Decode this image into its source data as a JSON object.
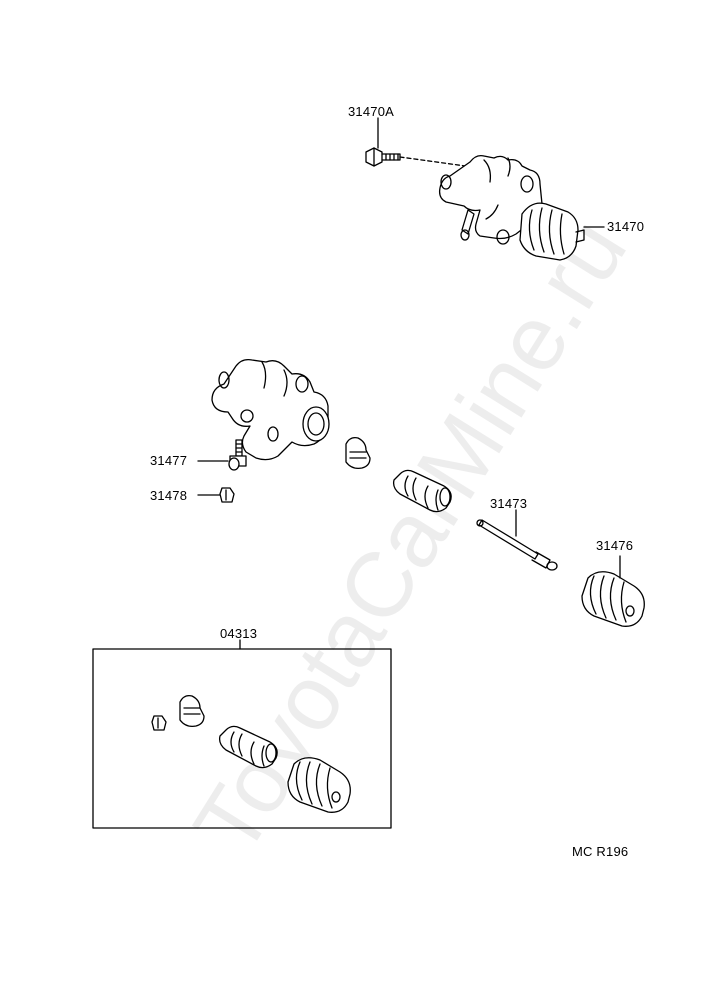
{
  "watermark": "ToyotaCarMine.ru",
  "parts": {
    "p31470A": "31470A",
    "p31470": "31470",
    "p31477": "31477",
    "p31478": "31478",
    "p31473": "31473",
    "p31476": "31476",
    "p04313": "04313"
  },
  "diagram_code": "MC R196",
  "colors": {
    "line": "#000000",
    "background": "#ffffff"
  }
}
